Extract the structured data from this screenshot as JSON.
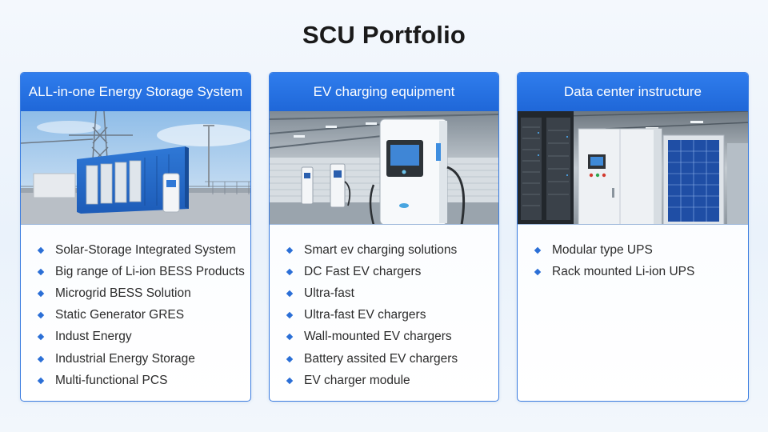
{
  "page_title": "SCU Portfolio",
  "cards": [
    {
      "header": "ALL-in-one Energy Storage System",
      "items": [
        "Solar-Storage Integrated System",
        "Big range of Li-ion BESS Products",
        "Microgrid BESS Solution",
        "Static Generator GRES",
        "Indust Energy",
        "Industrial Energy Storage",
        "Multi-functional PCS"
      ]
    },
    {
      "header": "EV charging equipment",
      "items": [
        "Smart ev charging solutions",
        "DC Fast EV chargers",
        "Ultra-fast",
        "Ultra-fast EV chargers",
        "Wall-mounted EV chargers",
        "Battery assited EV chargers",
        "EV charger module"
      ]
    },
    {
      "header": "Data center instructure",
      "items": [
        "Modular type UPS",
        "Rack mounted Li-ion UPS"
      ]
    }
  ],
  "colors": {
    "accent": "#1f67d8",
    "border": "#3b7de0",
    "bullet": "#2b6fd6"
  },
  "icons": [
    "diamond-bullet-icon"
  ]
}
